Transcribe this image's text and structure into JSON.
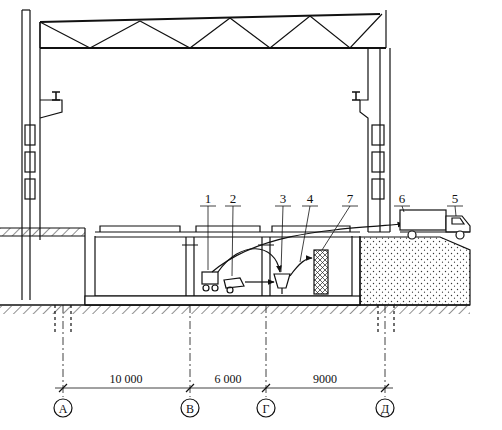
{
  "diagram": {
    "labels": [
      "1",
      "2",
      "3",
      "4",
      "7",
      "6",
      "5",
      "10 000",
      "6 000",
      "9000",
      "А",
      "В",
      "Г",
      "Д"
    ]
  }
}
